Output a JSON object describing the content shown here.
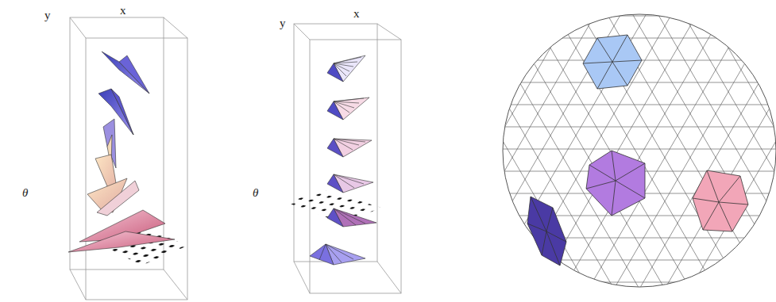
{
  "diagram": {
    "labels": [
      "y",
      "x",
      "θ",
      "y",
      "x",
      "θ"
    ]
  }
}
